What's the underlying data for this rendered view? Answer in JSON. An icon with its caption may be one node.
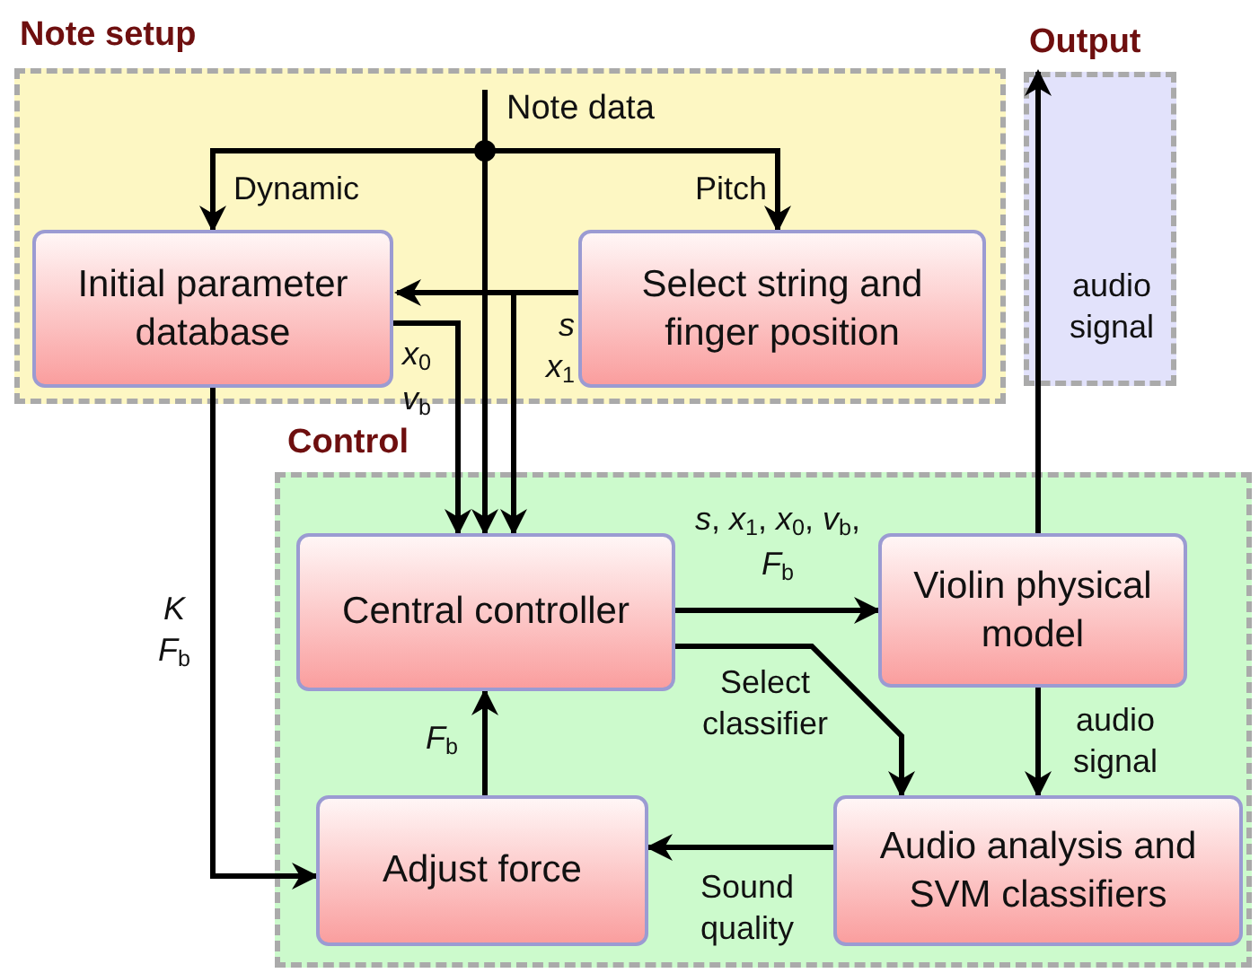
{
  "diagram": {
    "nodes": [
      {
        "text": [
          "Note setup"
        ]
      },
      {
        "text": [
          "Note data"
        ],
        "in": 0
      },
      {
        "text": [
          "Initial parameter database"
        ],
        "in": 0
      },
      {
        "text": [
          "Select string and finger position"
        ],
        "in": 0
      },
      {
        "text": [
          "Output"
        ]
      },
      {
        "text": [
          "Control"
        ]
      },
      {
        "text": [
          "Central controller"
        ],
        "in": 5
      },
      {
        "text": [
          "Violin physical model"
        ],
        "in": 5
      },
      {
        "text": [
          "Adjust force"
        ],
        "in": 5
      },
      {
        "text": [
          "Audio analysis and SVM classifiers"
        ],
        "in": 5
      }
    ],
    "edges": [
      {
        "from": 1,
        "to": 2,
        "arrow": "to",
        "label": "Dynamic"
      },
      {
        "from": 1,
        "to": 3,
        "arrow": "to",
        "label": "Pitch"
      },
      {
        "from": 1,
        "to": 6,
        "arrow": "to"
      },
      {
        "from": 3,
        "to": 2,
        "arrow": "to"
      },
      {
        "from": 2,
        "to": 6,
        "arrow": "to",
        "label": "*x*$_{0}$ *v*$_{b}$"
      },
      {
        "from": 3,
        "to": 6,
        "arrow": "to",
        "label": "*s* *x*$_{1}$"
      },
      {
        "from": 2,
        "to": 8,
        "arrow": "to",
        "label": "*K* *F*$_{b}$"
      },
      {
        "from": 6,
        "to": 7,
        "arrow": "to",
        "label": "*s*, *x*$_{1}$, *x*$_{0}$, *v*$_{b}$, *F*$_{b}$"
      },
      {
        "from": 6,
        "to": 9,
        "arrow": "to",
        "label": "Select classifier"
      },
      {
        "from": 7,
        "to": 9,
        "arrow": "to",
        "label": "audio signal"
      },
      {
        "from": 9,
        "to": 8,
        "arrow": "to",
        "label": "Sound quality"
      },
      {
        "from": 8,
        "to": 6,
        "arrow": "to",
        "label": "*F*$_{b}$"
      },
      {
        "from": 7,
        "to": 4,
        "arrow": "to",
        "label": "audio signal"
      }
    ]
  }
}
